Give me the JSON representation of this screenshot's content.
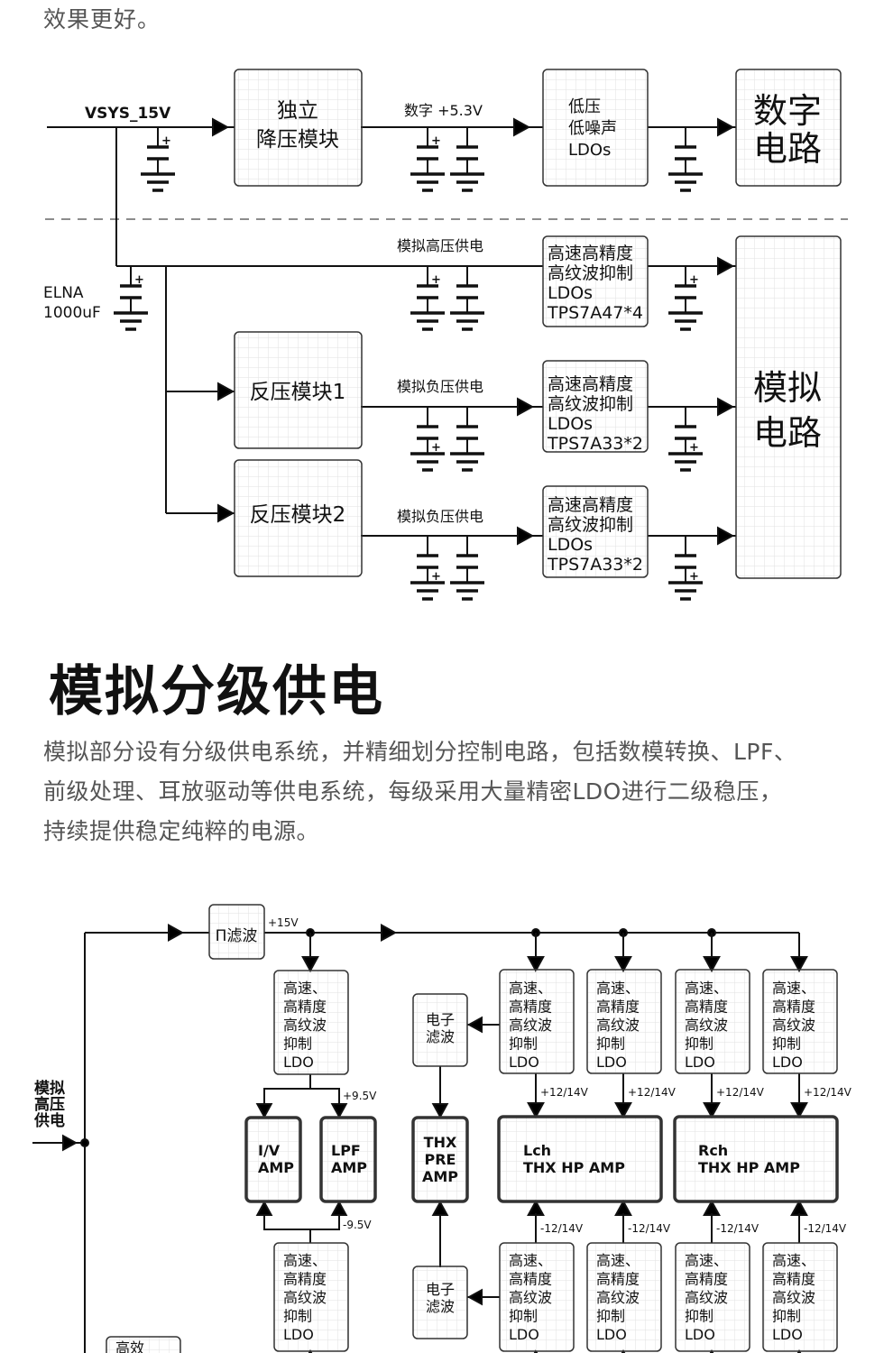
{
  "intro_tail": "效果更好。",
  "diagram1": {
    "input_label": "VSYS_15V",
    "elna_label": [
      "ELNA",
      "1000uF"
    ],
    "buck_module": [
      "独立",
      "降压模块"
    ],
    "digital_rail_label": "数字  +5.3V",
    "lownoise_ldo": [
      "低压",
      "低噪声",
      "LDOs"
    ],
    "digital_circuit": [
      "数字",
      "电路"
    ],
    "analog_hv_label": "模拟高压供电",
    "ldo_hv": [
      "高速高精度",
      "高纹波抑制",
      "LDOs",
      "TPS7A47*4"
    ],
    "inverter1": "反压模块1",
    "analog_neg_label_1": "模拟负压供电",
    "ldo_neg_1": [
      "高速高精度",
      "高纹波抑制",
      "LDOs",
      "TPS7A33*2"
    ],
    "inverter2": "反压模块2",
    "analog_neg_label_2": "模拟负压供电",
    "ldo_neg_2": [
      "高速高精度",
      "高纹波抑制",
      "LDOs",
      "TPS7A33*2"
    ],
    "analog_circuit": [
      "模拟",
      "电路"
    ],
    "cap_plus": "+"
  },
  "section": {
    "title": "模拟分级供电",
    "description": [
      "模拟部分设有分级供电系统，并精细划分控制电路，包括数模转换、LPF、",
      "前级处理、耳放驱动等供电系统，每级采用大量精密LDO进行二级稳压，",
      "持续提供稳定纯粹的电源。"
    ]
  },
  "diagram2": {
    "input_label": [
      "模拟",
      "高压",
      "供电"
    ],
    "pi_filter": "Π滤波",
    "rail_15v": "+15V",
    "ldo_block": [
      "高速、",
      "高精度",
      "高纹波",
      "抑制",
      "LDO"
    ],
    "rail_pos_9_5": "+9.5V",
    "rail_neg_9_5": "-9.5V",
    "iv_amp": [
      "I/V",
      "AMP"
    ],
    "lpf_amp": [
      "LPF",
      "AMP"
    ],
    "e_filter": [
      "电子",
      "滤波"
    ],
    "thx_pre_amp": [
      "THX",
      "PRE",
      "AMP"
    ],
    "lch_amp": [
      "Lch",
      "THX HP AMP"
    ],
    "rch_amp": [
      "Rch",
      "THX HP AMP"
    ],
    "rail_pos_12_14": "+12/14V",
    "rail_neg_12_14": "-12/14V",
    "efficient_block_partial": "高效"
  }
}
